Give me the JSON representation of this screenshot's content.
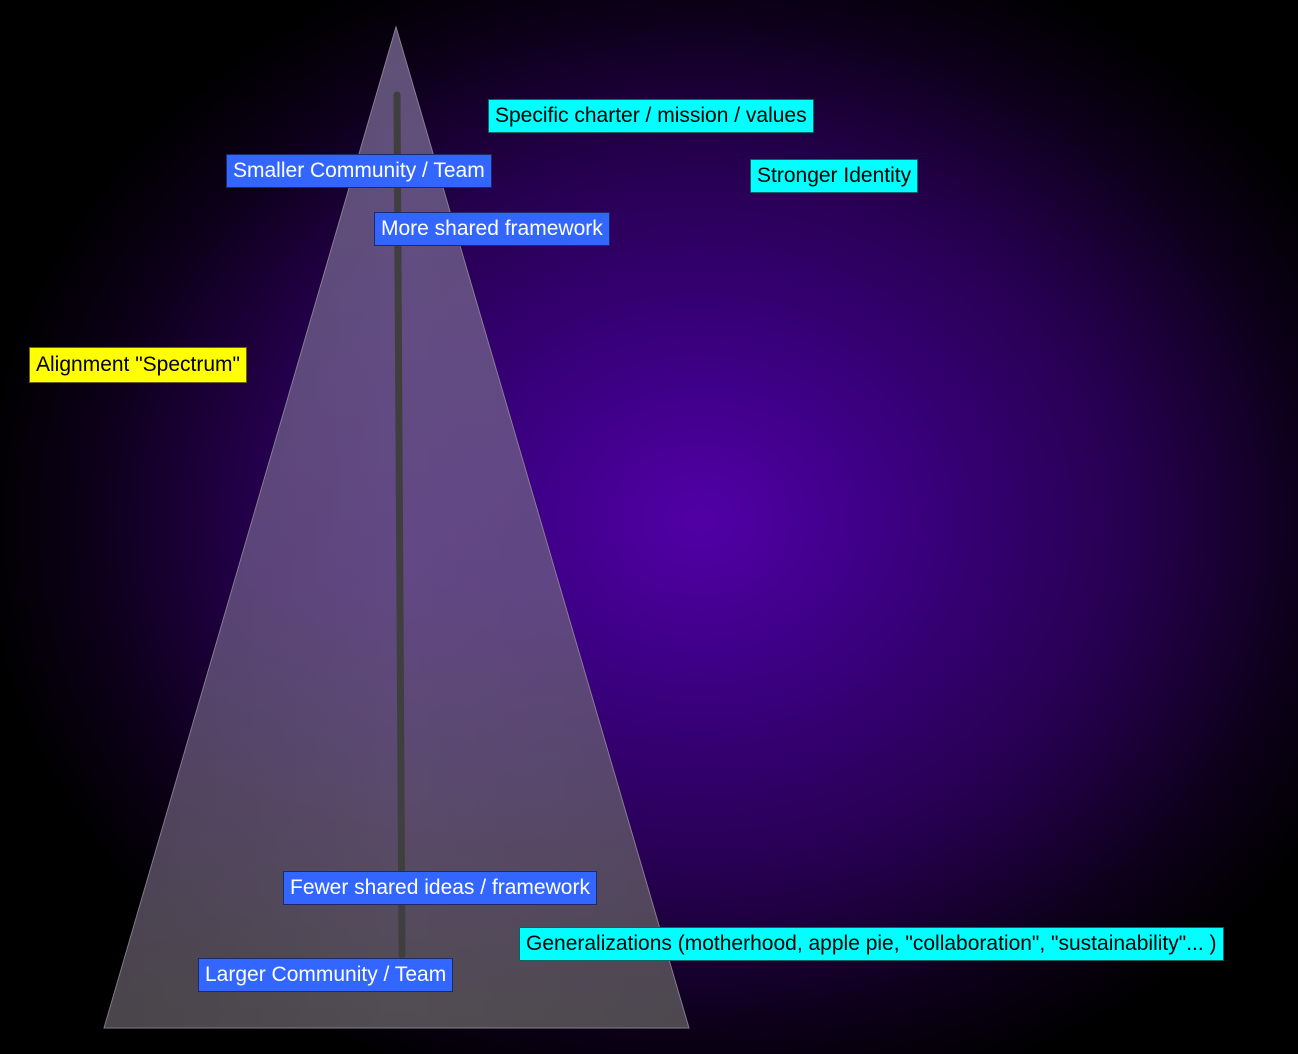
{
  "labels": {
    "specific_charter": "Specific charter / mission / values",
    "smaller_community": "Smaller Community / Team",
    "stronger_identity": "Stronger Identity",
    "more_shared": "More shared framework",
    "alignment_spectrum": "Alignment \"Spectrum\"",
    "fewer_shared": "Fewer shared ideas / framework",
    "generalizations": "Generalizations (motherhood, apple pie, \"collaboration\", \"sustainability\"... )",
    "larger_community": "Larger Community / Team"
  },
  "colors": {
    "blue_label": "#3366ff",
    "cyan_label": "#00ffff",
    "yellow_label": "#ffff00",
    "pyramid_fill": "#7a6a8a"
  }
}
